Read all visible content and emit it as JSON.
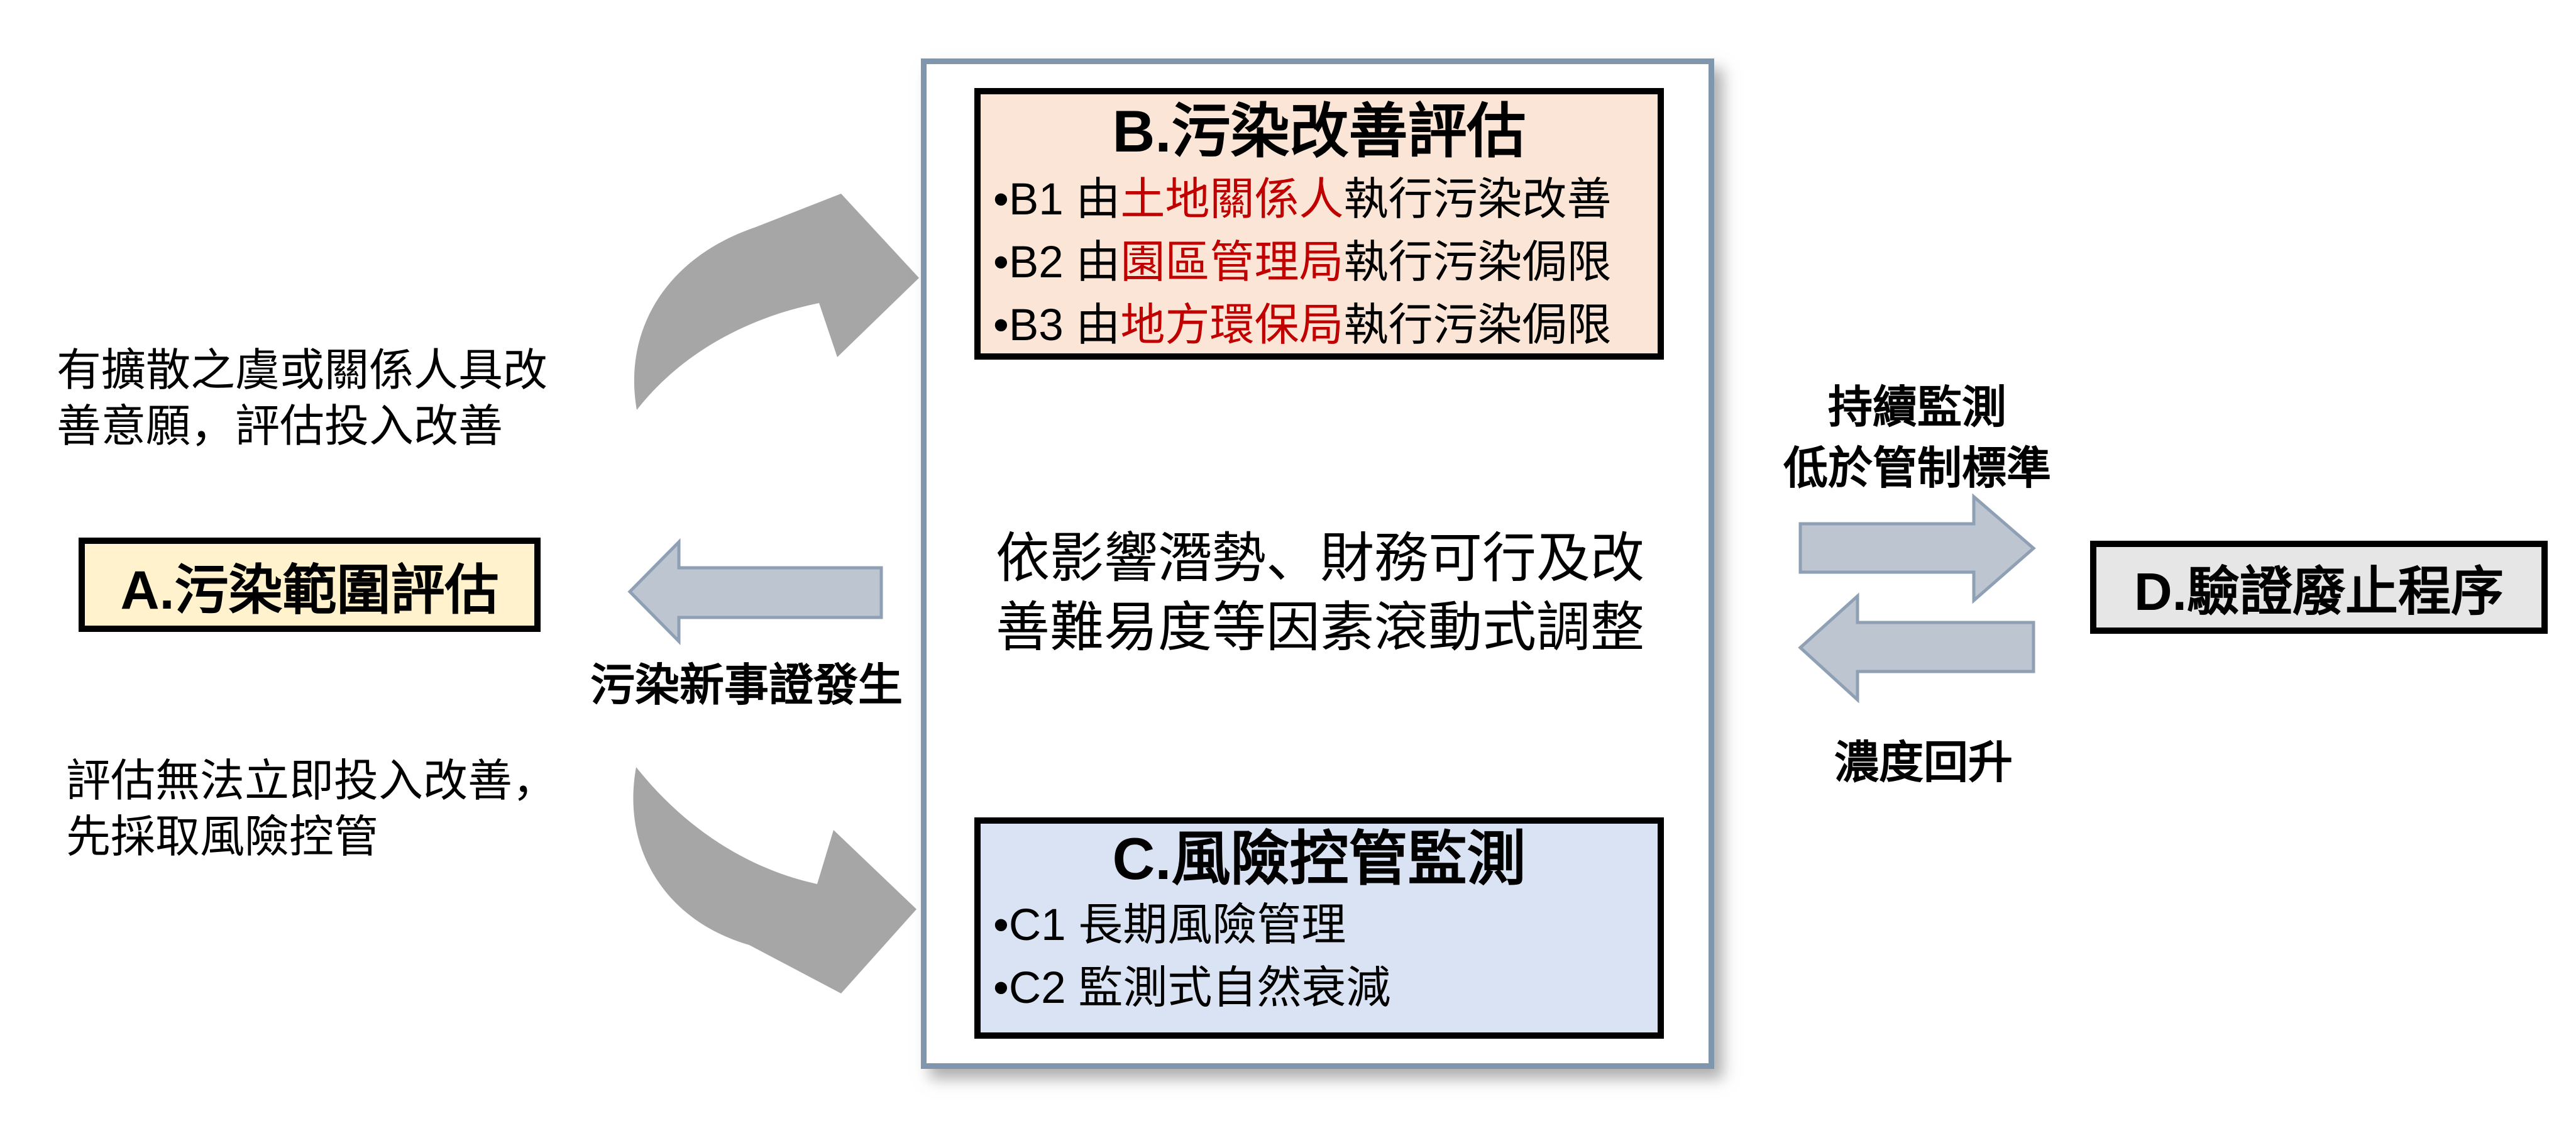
{
  "boxes": {
    "a": {
      "title": "A.污染範圍評估",
      "fill": "#FFF2CC"
    },
    "b": {
      "title": "B.污染改善評估",
      "fill": "#FBE5D6",
      "items": [
        {
          "bullet": "•",
          "prefix": "B1 由",
          "highlight": "土地關係人",
          "suffix": "執行污染改善"
        },
        {
          "bullet": "•",
          "prefix": "B2 由",
          "highlight": "園區管理局",
          "suffix": "執行污染侷限"
        },
        {
          "bullet": "•",
          "prefix": "B3 由",
          "highlight": "地方環保局",
          "suffix": "執行污染侷限"
        }
      ]
    },
    "c": {
      "title": "C.風險控管監測",
      "fill": "#DAE3F3",
      "items": [
        {
          "bullet": "•",
          "text": "C1 長期風險管理"
        },
        {
          "bullet": "•",
          "text": "C2 監測式自然衰減"
        }
      ]
    },
    "d": {
      "title": "D.驗證廢止程序",
      "fill": "#E7E6E6"
    }
  },
  "center_note": {
    "line1": "依影響潛勢、財務可行及改",
    "line2": "善難易度等因素滾動式調整"
  },
  "annotations": {
    "top_left": {
      "line1": "有擴散之虞或關係人具改",
      "line2": "善意願，評估投入改善"
    },
    "bottom_left": {
      "line1": "評估無法立即投入改善，",
      "line2": "先採取風險控管"
    },
    "new_evidence": "污染新事證發生",
    "monitor": {
      "line1": "持續監測",
      "line2": "低於管制標準"
    },
    "rebound": "濃度回升"
  },
  "colors": {
    "highlight_text": "#C00000",
    "box_a_fill": "#FFF2CC",
    "box_b_fill": "#FBE5D6",
    "box_c_fill": "#DAE3F3",
    "box_d_fill": "#E7E6E6",
    "container_border": "#8096AC",
    "gray_arrow": "#A6A6A6",
    "block_arrow_fill": "#BCC5D0",
    "block_arrow_border": "#8FA0B5"
  }
}
